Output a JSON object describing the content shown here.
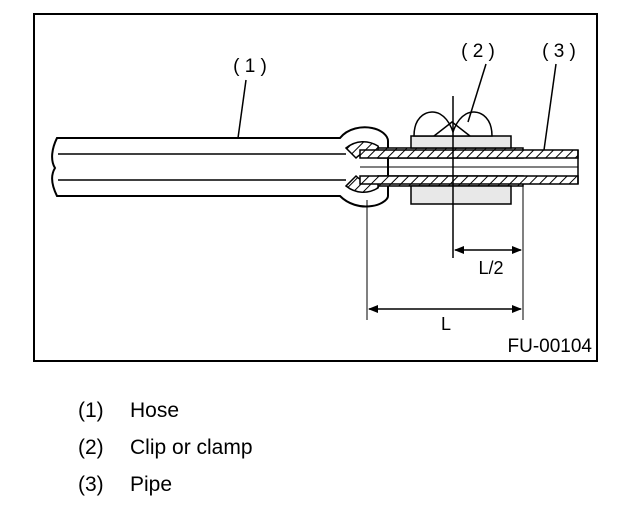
{
  "figure": {
    "code": "FU-00104",
    "callouts": [
      {
        "id": "hose",
        "text": "( 1 )"
      },
      {
        "id": "clip",
        "text": "( 2 )"
      },
      {
        "id": "pipe",
        "text": "( 3 )"
      }
    ],
    "dimensions": {
      "half_length": "L/2",
      "length": "L"
    }
  },
  "legend": [
    {
      "number": "(1)",
      "label": "Hose"
    },
    {
      "number": "(2)",
      "label": "Clip or clamp"
    },
    {
      "number": "(3)",
      "label": "Pipe"
    }
  ],
  "colors": {
    "ink": "#000000",
    "background": "#ffffff",
    "clamp_fill": "#e8e8e8",
    "hose_fill": "#ffffff"
  }
}
